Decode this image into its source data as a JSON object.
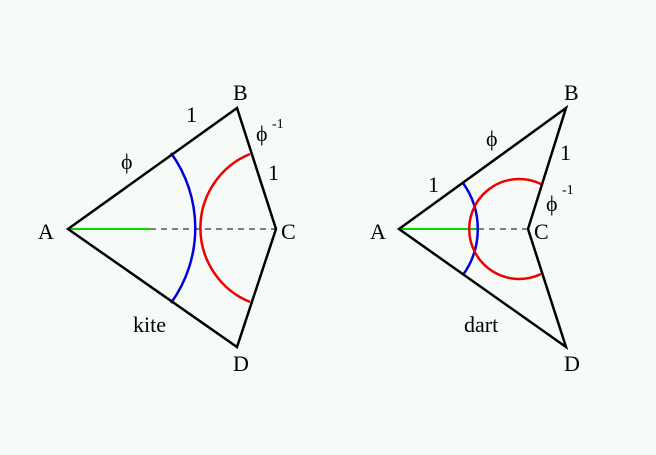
{
  "background": "#f7fbf7",
  "colors": {
    "edge": "#000000",
    "blue_arc": "#0000dd",
    "red_arc": "#ee0000",
    "green_line": "#00dd00",
    "dashed_line": "#000000"
  },
  "kite": {
    "vertex_A": "A",
    "vertex_B": "B",
    "vertex_C": "C",
    "vertex_D": "D",
    "label_phi": "ϕ",
    "label_one_upper": "1",
    "label_phi_inv_base": "ϕ",
    "label_phi_inv_exp": "-1",
    "label_one_right": "1",
    "name": "kite"
  },
  "dart": {
    "vertex_A": "A",
    "vertex_B": "B",
    "vertex_C": "C",
    "vertex_D": "D",
    "label_phi": "ϕ",
    "label_one_left": "1",
    "label_one_right": "1",
    "label_phi_inv_base": "ϕ",
    "label_phi_inv_exp": "-1",
    "name": "dart"
  }
}
